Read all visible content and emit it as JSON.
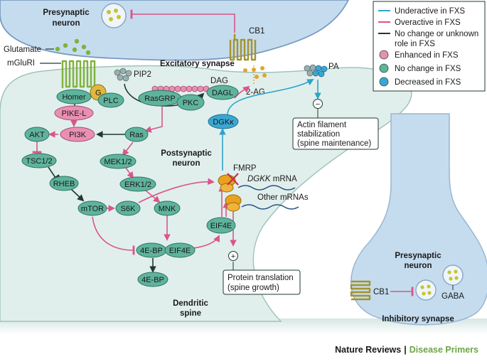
{
  "colors": {
    "underactive": "#2fa3c9",
    "overactive": "#d9558a",
    "no_change_arrow": "#1f3a2e",
    "enhanced_fill": "#e98fb2",
    "no_change_fill": "#5fb39c",
    "decreased_fill": "#3aa7d3",
    "cell_fill": "#e1efec",
    "presynaptic_fill": "#c5dcef",
    "membrane": "#7a9ac2",
    "receptor": "#a4932f",
    "vesicle_dot": "#c8c330"
  },
  "legend": {
    "items": [
      {
        "label": "Underactive in FXS",
        "kind": "line",
        "color": "#2fa3c9"
      },
      {
        "label": "Overactive in FXS",
        "kind": "line",
        "color": "#d9558a"
      },
      {
        "label": "No change or unknown",
        "label2": "role in FXS",
        "kind": "line",
        "color": "#1f3a2e"
      },
      {
        "label": "Enhanced in FXS",
        "kind": "dot",
        "color": "#e98fb2"
      },
      {
        "label": "No change in FXS",
        "kind": "dot",
        "color": "#5fb39c"
      },
      {
        "label": "Decreased in FXS",
        "kind": "dot",
        "color": "#3aa7d3"
      }
    ]
  },
  "labels": {
    "presynaptic_top": [
      "Presynaptic",
      "neuron"
    ],
    "excitatory_synapse": "Excitatory synapse",
    "glutamate": "Glutamate",
    "mglur": "mGluRI",
    "cb1_top": "CB1",
    "pip2": "PIP2",
    "dag": "DAG",
    "two_ag": "2-AG",
    "pa": "PA",
    "gq": "G",
    "gq_sub": "q",
    "postsynaptic": [
      "Postsynaptic",
      "neuron"
    ],
    "fmrp": "FMRP",
    "dgkk_mrna": "DGKK",
    "dgkk_mrna_suffix": " mRNA",
    "other_mrnas": "Other mRNAs",
    "actin_box": [
      "Actin filament",
      "stabilization",
      "(spine maintenance)"
    ],
    "protein_box": [
      "Protein translation",
      "(spine growth)"
    ],
    "dendritic_spine": [
      "Dendritic",
      "spine"
    ],
    "presynaptic_inh": [
      "Presynaptic",
      "neuron"
    ],
    "cb1_inh": "CB1",
    "gaba": "GABA",
    "inhibitory_synapse": "Inhibitory synapse",
    "minus": "−",
    "plus": "+"
  },
  "nodes": {
    "homer": "Homer",
    "pikel": "PIKE-L",
    "plc": "PLC",
    "rasgrp": "RasGRP",
    "pkc": "PKC",
    "dagl": "DAGL",
    "dgkk": "DGKκ",
    "akt": "AKT",
    "pi3k": "PI3K",
    "ras": "Ras",
    "tsc": "TSC1/2",
    "mek": "MEK1/2",
    "rheb": "RHEB",
    "erk": "ERK1/2",
    "mtor": "mTOR",
    "s6k": "S6K",
    "mnk": "MNK",
    "eif4e_right": "EIF4E",
    "ebp": "4E-BP",
    "eif4e_bound": "EIF4E",
    "ebp_free": "4E-BP"
  },
  "footer": {
    "journal": "Nature Reviews",
    "separator": "|",
    "series": "Disease Primers"
  }
}
